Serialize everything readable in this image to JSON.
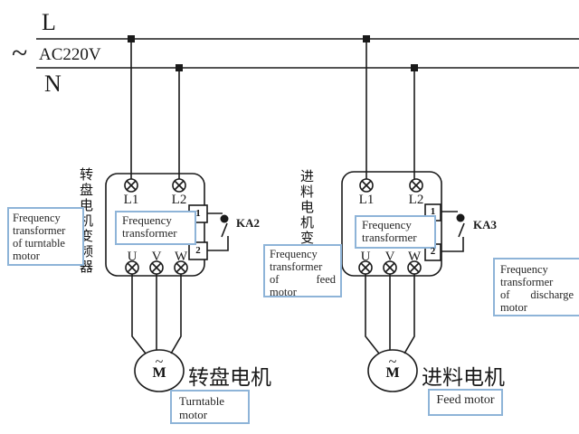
{
  "power": {
    "phase_label": "L",
    "neutral_label": "N",
    "ac_symbol": "~",
    "voltage_label": "AC220V"
  },
  "left_unit": {
    "vertical_cn": [
      "转",
      "盘",
      "电",
      "机",
      "变",
      "频",
      "器"
    ],
    "input_terminals": [
      "L1",
      "L2"
    ],
    "device_label_lines": [
      "Frequency",
      "transformer"
    ],
    "port1": "1",
    "port2": "2",
    "relay": "KA2",
    "output_terminals": [
      "U",
      "V",
      "W"
    ],
    "callout_lines": [
      "Frequency",
      "transformer",
      "of turntable",
      "motor"
    ],
    "motor_ac": "~",
    "motor_m": "M",
    "motor_cn": "转盘电机",
    "motor_callout_lines": [
      "Turntable",
      "motor"
    ]
  },
  "right_unit": {
    "vertical_cn": [
      "进",
      "料",
      "电",
      "机",
      "变"
    ],
    "input_terminals": [
      "L1",
      "L2"
    ],
    "device_label_lines": [
      "Frequency",
      "transformer"
    ],
    "port1": "1",
    "port2": "2",
    "relay": "KA3",
    "output_terminals": [
      "U",
      "V",
      "W"
    ],
    "callout_lines": [
      "Frequency",
      "transformer"
    ],
    "callout_justified": [
      "of",
      "feed"
    ],
    "callout_last": "motor",
    "motor_ac": "~",
    "motor_m": "M",
    "motor_cn": "进料电机",
    "motor_callout": "Feed motor"
  },
  "discharge_callout": {
    "lines": [
      "Frequency",
      "transformer"
    ],
    "justified": [
      "of",
      "discharge"
    ],
    "last": "motor"
  },
  "colors": {
    "wire": "#1a1a1a",
    "callout_border": "#8eb4d8"
  }
}
